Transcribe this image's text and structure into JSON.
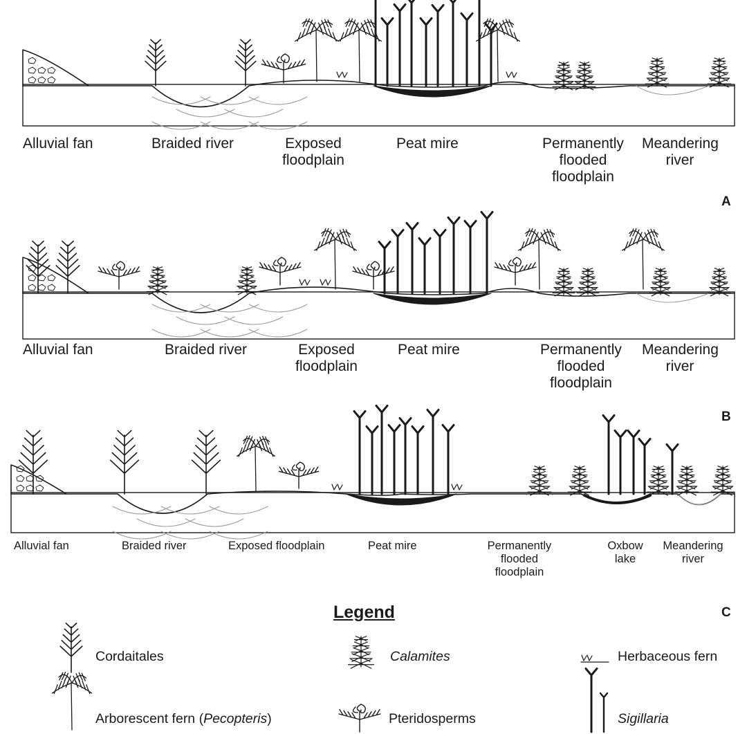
{
  "panels": [
    {
      "letter": "A",
      "labels": [
        {
          "id": "alluvial_fan",
          "text": "Alluvial fan"
        },
        {
          "id": "braided_river",
          "text": "Braided river"
        },
        {
          "id": "exposed_floodplain",
          "text": "Exposed\nfloodplain"
        },
        {
          "id": "peat_mire",
          "text": "Peat mire"
        },
        {
          "id": "perm_flooded",
          "text": "Permanently\nflooded\nfloodplain"
        },
        {
          "id": "meandering_river",
          "text": "Meandering\nriver"
        }
      ]
    },
    {
      "letter": "B",
      "labels": [
        {
          "id": "alluvial_fan",
          "text": "Alluvial fan"
        },
        {
          "id": "braided_river",
          "text": "Braided river"
        },
        {
          "id": "exposed_floodplain",
          "text": "Exposed\nfloodplain"
        },
        {
          "id": "peat_mire",
          "text": "Peat mire"
        },
        {
          "id": "perm_flooded",
          "text": "Permanently\nflooded\nfloodplain"
        },
        {
          "id": "meandering_river",
          "text": "Meandering\nriver"
        }
      ]
    },
    {
      "letter": "C",
      "labels": [
        {
          "id": "alluvial_fan",
          "text": "Alluvial fan"
        },
        {
          "id": "braided_river",
          "text": "Braided river"
        },
        {
          "id": "exposed_floodplain",
          "text": "Exposed floodplain"
        },
        {
          "id": "peat_mire",
          "text": "Peat mire"
        },
        {
          "id": "perm_flooded",
          "text": "Permanently\nflooded\nfloodplain"
        },
        {
          "id": "oxbow_lake",
          "text": "Oxbow\nlake"
        },
        {
          "id": "meandering_river",
          "text": "Meandering\nriver"
        }
      ]
    }
  ],
  "legend": {
    "title": "Legend",
    "items": [
      {
        "id": "cordaitales",
        "text": "Cordaitales"
      },
      {
        "id": "arborescent_fern",
        "prefix": "Arborescent fern (",
        "italic": "Pecopteris",
        "suffix": ")"
      },
      {
        "id": "calamites",
        "italic": "Calamites"
      },
      {
        "id": "pteridosperms",
        "text": "Pteridosperms"
      },
      {
        "id": "herbaceous_fern",
        "text": "Herbaceous fern"
      },
      {
        "id": "sigillaria",
        "italic": "Sigillaria"
      }
    ]
  },
  "colors": {
    "ink": "#1a1a1a",
    "gray": "#9a9a9a",
    "background": "#ffffff"
  }
}
